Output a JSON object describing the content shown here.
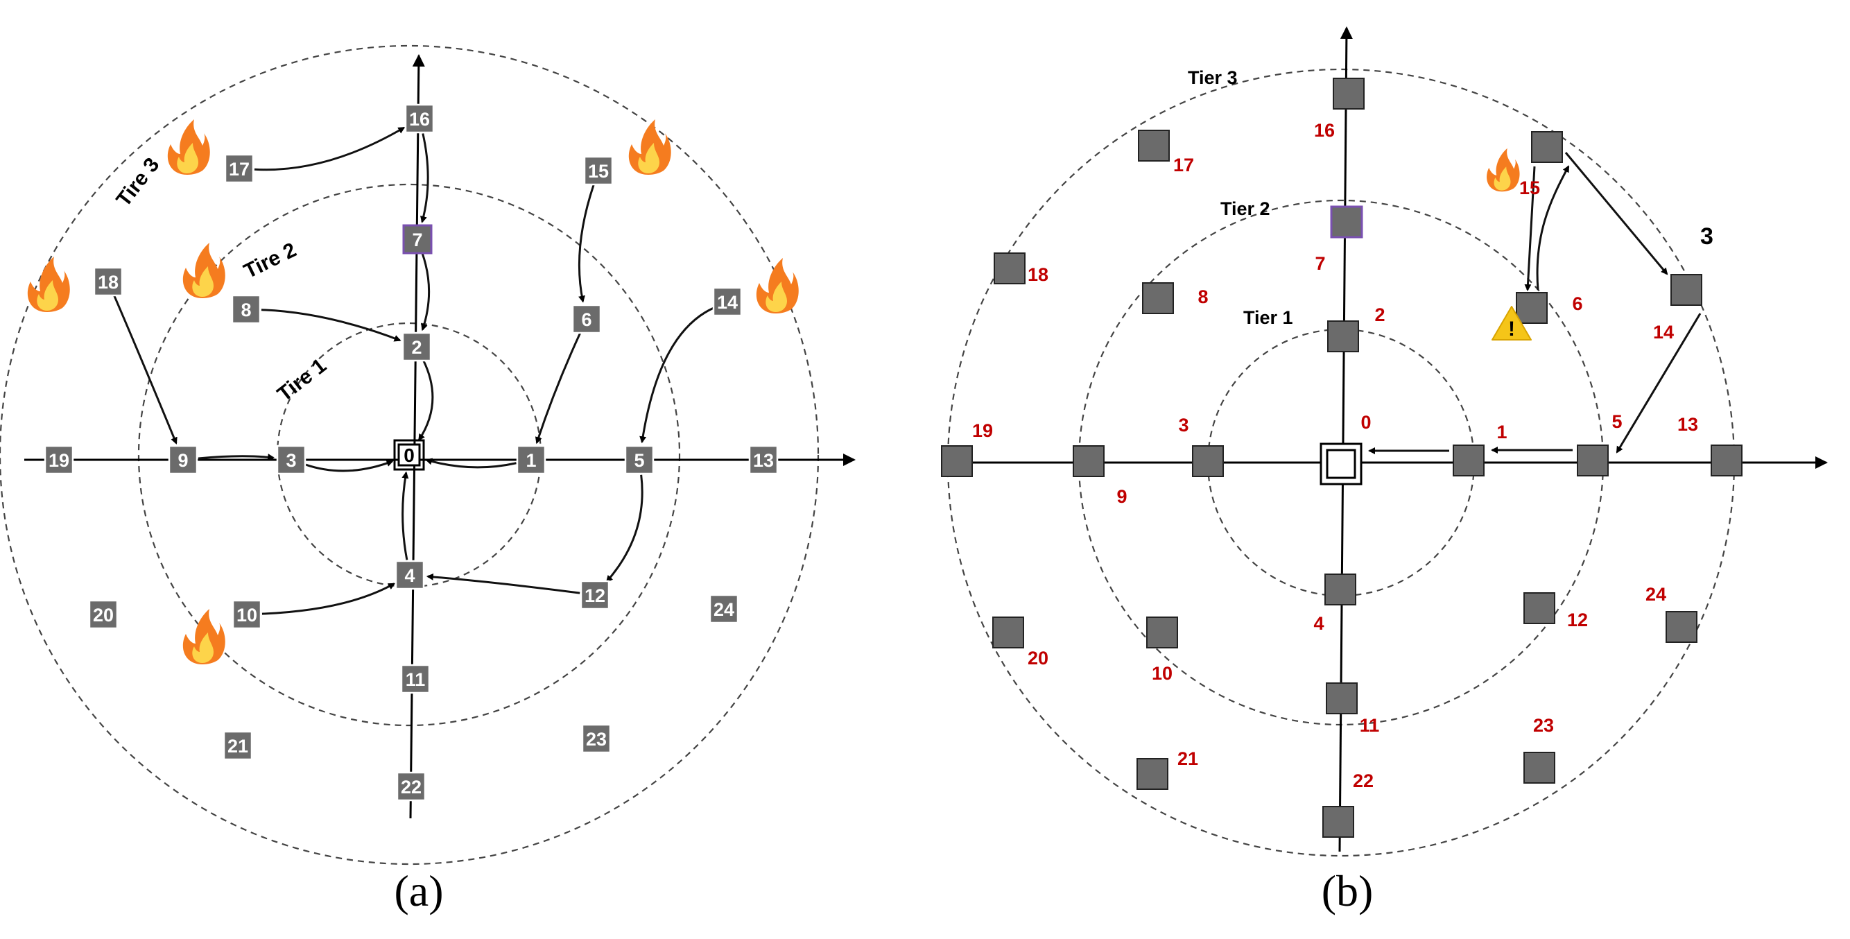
{
  "panel_a": {
    "caption": "(a)",
    "center_label": "0",
    "tier_labels": [
      "Tire 1",
      "Tire 2",
      "Tire 3"
    ],
    "nodes": [
      {
        "id": "1",
        "fill": "#6b6b6b"
      },
      {
        "id": "2",
        "fill": "#6b6b6b"
      },
      {
        "id": "3",
        "fill": "#6b6b6b"
      },
      {
        "id": "4",
        "fill": "#6b6b6b"
      },
      {
        "id": "5",
        "fill": "#6b6b6b"
      },
      {
        "id": "6",
        "fill": "#6b6b6b"
      },
      {
        "id": "7",
        "fill": "#6b6b6b"
      },
      {
        "id": "8",
        "fill": "#6b6b6b"
      },
      {
        "id": "9",
        "fill": "#6b6b6b"
      },
      {
        "id": "10",
        "fill": "#6b6b6b"
      },
      {
        "id": "11",
        "fill": "#6b6b6b"
      },
      {
        "id": "12",
        "fill": "#6b6b6b"
      },
      {
        "id": "13",
        "fill": "#6b6b6b"
      },
      {
        "id": "14",
        "fill": "#6b6b6b"
      },
      {
        "id": "15",
        "fill": "#6b6b6b"
      },
      {
        "id": "16",
        "fill": "#6b6b6b"
      },
      {
        "id": "17",
        "fill": "#6b6b6b"
      },
      {
        "id": "18",
        "fill": "#6b6b6b"
      },
      {
        "id": "19",
        "fill": "#6b6b6b"
      },
      {
        "id": "20",
        "fill": "#6b6b6b"
      },
      {
        "id": "21",
        "fill": "#6b6b6b"
      },
      {
        "id": "22",
        "fill": "#6b6b6b"
      },
      {
        "id": "23",
        "fill": "#6b6b6b"
      },
      {
        "id": "24",
        "fill": "#6b6b6b"
      }
    ],
    "fire_nodes": [
      "17",
      "15",
      "18",
      "8",
      "14",
      "10"
    ],
    "edges": [
      [
        "17",
        "16"
      ],
      [
        "16",
        "7"
      ],
      [
        "7",
        "2"
      ],
      [
        "2",
        "0"
      ],
      [
        "8",
        "2"
      ],
      [
        "15",
        "6"
      ],
      [
        "6",
        "1"
      ],
      [
        "14",
        "5"
      ],
      [
        "18",
        "9"
      ],
      [
        "9",
        "3"
      ],
      [
        "3",
        "0"
      ],
      [
        "1",
        "0"
      ],
      [
        "5",
        "12"
      ],
      [
        "12",
        "4"
      ],
      [
        "10",
        "4"
      ],
      [
        "4",
        "0"
      ]
    ]
  },
  "panel_b": {
    "caption": "(b)",
    "tier_labels": [
      "Tier 1",
      "Tier 2",
      "Tier 3"
    ],
    "hop_label": "3",
    "node_labels": [
      "0",
      "1",
      "2",
      "3",
      "4",
      "5",
      "6",
      "7",
      "8",
      "9",
      "10",
      "11",
      "12",
      "13",
      "14",
      "15",
      "16",
      "17",
      "18",
      "19",
      "20",
      "21",
      "22",
      "23",
      "24"
    ],
    "fire_nodes": [
      "15"
    ],
    "warning_nodes": [
      "6"
    ],
    "edges": [
      [
        "15",
        "6"
      ],
      [
        "6",
        "15"
      ],
      [
        "15",
        "14"
      ],
      [
        "14",
        "5"
      ],
      [
        "5",
        "1"
      ],
      [
        "1",
        "0"
      ]
    ]
  },
  "colors": {
    "node_fill": "#6b6b6b",
    "label_red": "#c00000",
    "highlight_border": "#7a50b0",
    "warning_yellow": "#f5c518"
  }
}
